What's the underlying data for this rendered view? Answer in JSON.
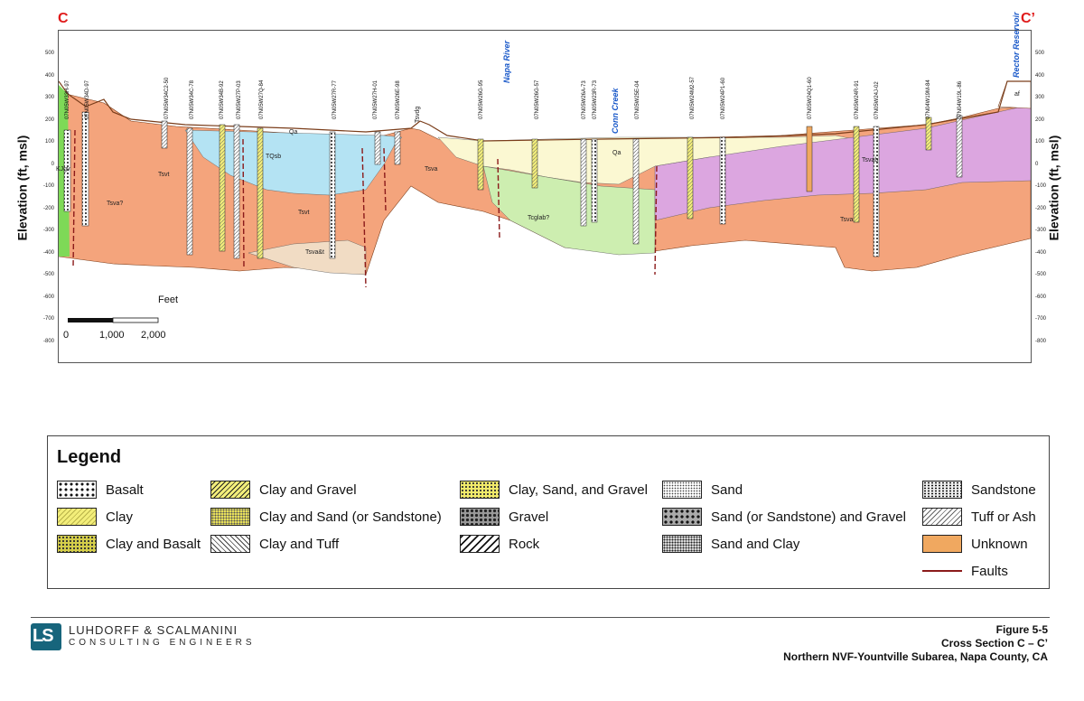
{
  "section": {
    "start_letter": "C",
    "end_letter": "C’"
  },
  "axes": {
    "left_title": "Elevation (ft, msl)",
    "right_title": "Elevation (ft, msl)",
    "ticks": [
      "500",
      "400",
      "300",
      "200",
      "100",
      "0",
      "-100",
      "-200",
      "-300",
      "-400",
      "-500",
      "-600",
      "-700",
      "-800"
    ]
  },
  "scale_bar": {
    "unit": "Feet",
    "labels": [
      "0",
      "1,000",
      "2,000"
    ]
  },
  "wells": [
    "07N05W33H-97",
    "07N05W34D-97",
    "07N05W34C2-50",
    "07N05W34C-78",
    "07N05W34B-92",
    "07N05W27P-03",
    "07N05W27Q-84",
    "07N05W27R-77",
    "07N05W27H-01",
    "07N05W26E-98",
    "07N05W26G-95",
    "07N05W26G-57",
    "07N05W26A-73",
    "07N05W23R-73",
    "07N05W25E-04",
    "07N05W24M2-57",
    "07N05W24P1-60",
    "07N05W24Q1-60",
    "07N05W24R-91",
    "07N05W24J-02",
    "07N04W19M-84",
    "07N04W19L-86"
  ],
  "unit_labels": [
    "KJgv",
    "Tsva?",
    "Tsvt",
    "TQsb",
    "Tsvt",
    "Tsva&t",
    "Tsvdg",
    "Tsva",
    "Tcglab?",
    "Qa",
    "Qa",
    "Tsvab",
    "Tsva",
    "af"
  ],
  "features": [
    "Napa River",
    "Conn Creek",
    "Rector Reservoir"
  ],
  "legend": {
    "title": "Legend",
    "items": [
      {
        "label": "Basalt",
        "pattern": "basalt"
      },
      {
        "label": "Clay",
        "pattern": "clay"
      },
      {
        "label": "Clay and Basalt",
        "pattern": "claybasalt"
      },
      {
        "label": "Clay and Gravel",
        "pattern": "claygravel"
      },
      {
        "label": "Clay and Sand (or Sandstone)",
        "pattern": "claysand"
      },
      {
        "label": "Clay and Tuff",
        "pattern": "claytuff"
      },
      {
        "label": "Clay, Sand, and Gravel",
        "pattern": "claysandgravel"
      },
      {
        "label": "Gravel",
        "pattern": "gravel"
      },
      {
        "label": "Rock",
        "pattern": "rock"
      },
      {
        "label": "Sand",
        "pattern": "sand"
      },
      {
        "label": "Sand (or Sandstone) and Gravel",
        "pattern": "sandgravel"
      },
      {
        "label": "Sand and Clay",
        "pattern": "sandclay"
      },
      {
        "label": "Sandstone",
        "pattern": "sandstone"
      },
      {
        "label": "Tuff or Ash",
        "pattern": "tuff"
      },
      {
        "label": "Unknown",
        "pattern": "unknown"
      },
      {
        "label": "Faults",
        "pattern": "fault"
      }
    ]
  },
  "footer": {
    "logo_text": "LS",
    "company_line1": "LUHDORFF & SCALMANINI",
    "company_line2": "CONSULTING ENGINEERS",
    "figure": "Figure 5-5",
    "subtitle": "Cross Section C – C’",
    "location": "Northern NVF-Yountville Subarea, Napa County, CA"
  },
  "colors": {
    "tsva": "#f4a47c",
    "tqsb": "#b4e3f3",
    "qa": "#fbf8d2",
    "tcglab": "#cdeeb0",
    "tsvab": "#dca6e0",
    "tsvat": "#f1dcc4",
    "kjgv": "#7ed957",
    "unknown": "#f0a860",
    "fault": "#8b1a1a",
    "clay": "#f3ee7a"
  }
}
